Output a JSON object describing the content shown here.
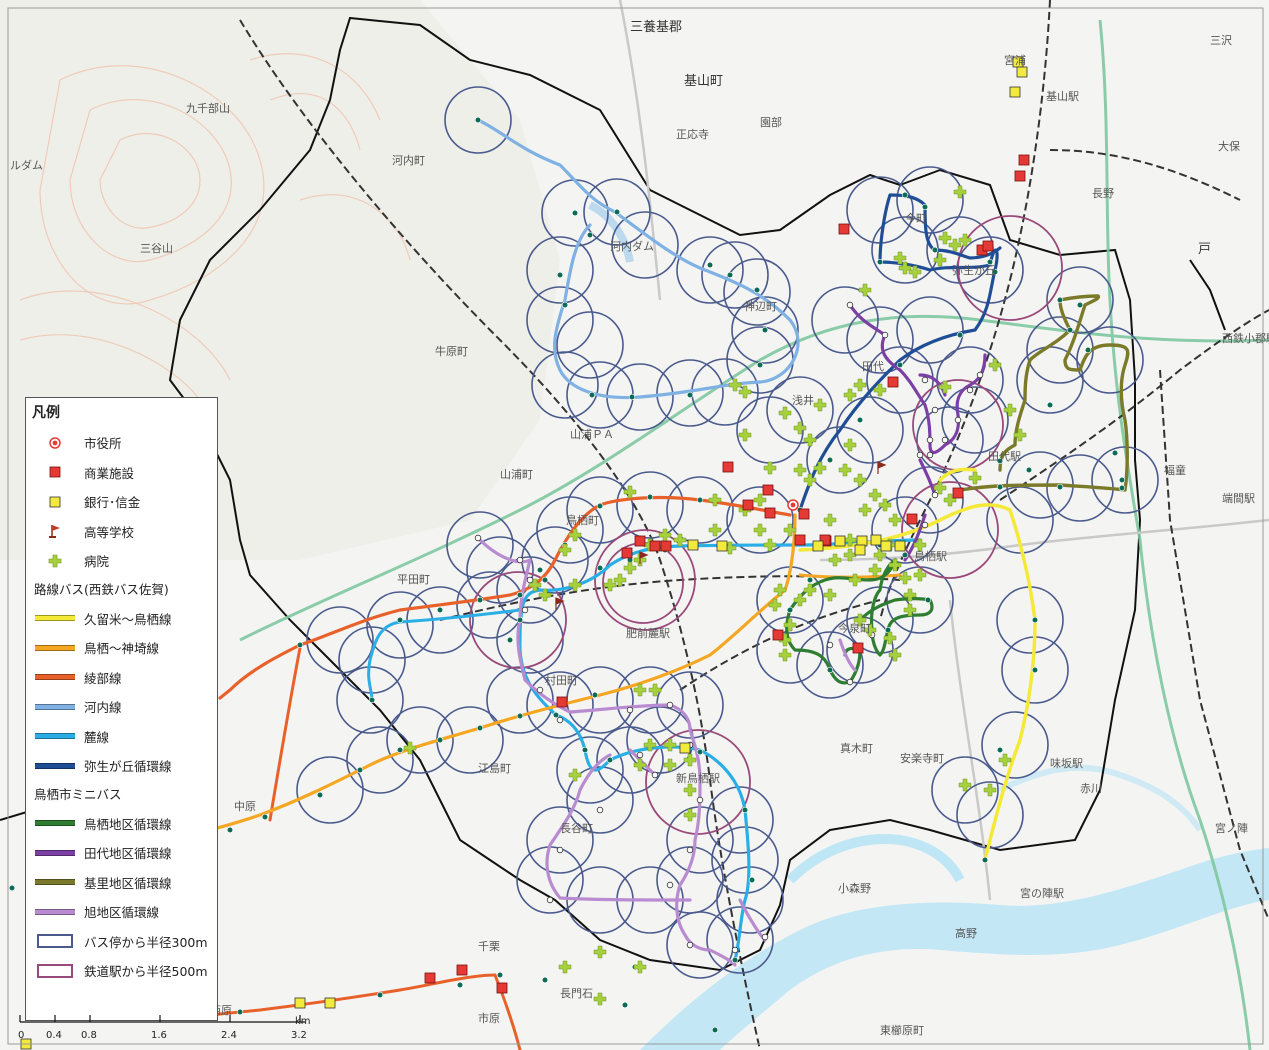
{
  "legend": {
    "title": "凡例",
    "items_facility": [
      {
        "label": "市役所",
        "icon": "city-hall-icon",
        "color": "#e53935"
      },
      {
        "label": "商業施設",
        "icon": "commercial-icon",
        "color": "#e53935"
      },
      {
        "label": "銀行･信金",
        "icon": "bank-icon",
        "color": "#f2ea3c"
      },
      {
        "label": "高等学校",
        "icon": "school-flag-icon",
        "color": "#8b2a1c"
      },
      {
        "label": "病院",
        "icon": "hospital-cross-icon",
        "color": "#a6d13d"
      }
    ],
    "route_bus_heading": "路線バス(西鉄バス佐賀)",
    "route_bus": [
      {
        "label": "久留米～鳥栖線",
        "color": "#f5e938"
      },
      {
        "label": "鳥栖～神埼線",
        "color": "#f5a623"
      },
      {
        "label": "綾部線",
        "color": "#e8612b"
      },
      {
        "label": "河内線",
        "color": "#7fb1e3"
      },
      {
        "label": "麓線",
        "color": "#2aaee6"
      },
      {
        "label": "弥生が丘循環線",
        "color": "#1f4e96"
      }
    ],
    "mini_bus_heading": "鳥栖市ミニバス",
    "mini_bus": [
      {
        "label": "鳥栖地区循環線",
        "color": "#2e7d32"
      },
      {
        "label": "田代地区循環線",
        "color": "#7b3fa5"
      },
      {
        "label": "基里地区循環線",
        "color": "#7a7a2a"
      },
      {
        "label": "旭地区循環線",
        "color": "#b98bd0"
      }
    ],
    "rings": [
      {
        "label": "バス停から半径300m",
        "color": "#4a5a8c"
      },
      {
        "label": "鉄道駅から半径500m",
        "color": "#9a4a7a"
      }
    ]
  },
  "scale": {
    "unit": "km",
    "ticks": [
      "0",
      "0.4",
      "0.8",
      "1.6",
      "2.4",
      "3.2"
    ]
  },
  "places": [
    {
      "text": "三養基郡",
      "cls": "big"
    },
    {
      "text": "基山町",
      "cls": "big"
    },
    {
      "text": "三沢",
      "cls": ""
    },
    {
      "text": "園部",
      "cls": ""
    },
    {
      "text": "正応寺",
      "cls": ""
    },
    {
      "text": "河内町",
      "cls": ""
    },
    {
      "text": "牛原町",
      "cls": ""
    },
    {
      "text": "山浦ＰＡ",
      "cls": ""
    },
    {
      "text": "山浦町",
      "cls": ""
    },
    {
      "text": "平田町",
      "cls": ""
    },
    {
      "text": "村田町",
      "cls": ""
    },
    {
      "text": "江島町",
      "cls": ""
    },
    {
      "text": "中原",
      "cls": ""
    },
    {
      "text": "神辺町",
      "cls": ""
    },
    {
      "text": "今町",
      "cls": ""
    },
    {
      "text": "田代",
      "cls": ""
    },
    {
      "text": "浅井",
      "cls": ""
    },
    {
      "text": "真木町",
      "cls": ""
    },
    {
      "text": "安楽寺町",
      "cls": ""
    },
    {
      "text": "小森野",
      "cls": ""
    },
    {
      "text": "高野",
      "cls": ""
    },
    {
      "text": "東櫛原町",
      "cls": ""
    },
    {
      "text": "赤川",
      "cls": ""
    },
    {
      "text": "味坂駅",
      "cls": ""
    },
    {
      "text": "宮ノ陣",
      "cls": ""
    },
    {
      "text": "長門石",
      "cls": ""
    },
    {
      "text": "千栗",
      "cls": ""
    },
    {
      "text": "西原",
      "cls": ""
    },
    {
      "text": "市原",
      "cls": ""
    },
    {
      "text": "長野",
      "cls": ""
    },
    {
      "text": "基山駅",
      "cls": ""
    },
    {
      "text": "戸",
      "cls": "big"
    },
    {
      "text": "西鉄小郡駅",
      "cls": ""
    },
    {
      "text": "福童",
      "cls": ""
    },
    {
      "text": "端間駅",
      "cls": ""
    },
    {
      "text": "宮の陣駅",
      "cls": ""
    },
    {
      "text": "鳥栖駅",
      "cls": ""
    },
    {
      "text": "田代駅",
      "cls": ""
    },
    {
      "text": "肥前麓駅",
      "cls": ""
    },
    {
      "text": "新鳥栖駅",
      "cls": ""
    },
    {
      "text": "鳥栖町",
      "cls": ""
    },
    {
      "text": "大保",
      "cls": ""
    },
    {
      "text": "宮浦",
      "cls": ""
    },
    {
      "text": "弥生が丘",
      "cls": ""
    },
    {
      "text": "長谷町",
      "cls": ""
    },
    {
      "text": "今泉町",
      "cls": ""
    },
    {
      "text": "ルダム",
      "cls": ""
    },
    {
      "text": "九千部山",
      "cls": ""
    },
    {
      "text": "三谷山",
      "cls": ""
    },
    {
      "text": "河内ダム",
      "cls": ""
    }
  ]
}
